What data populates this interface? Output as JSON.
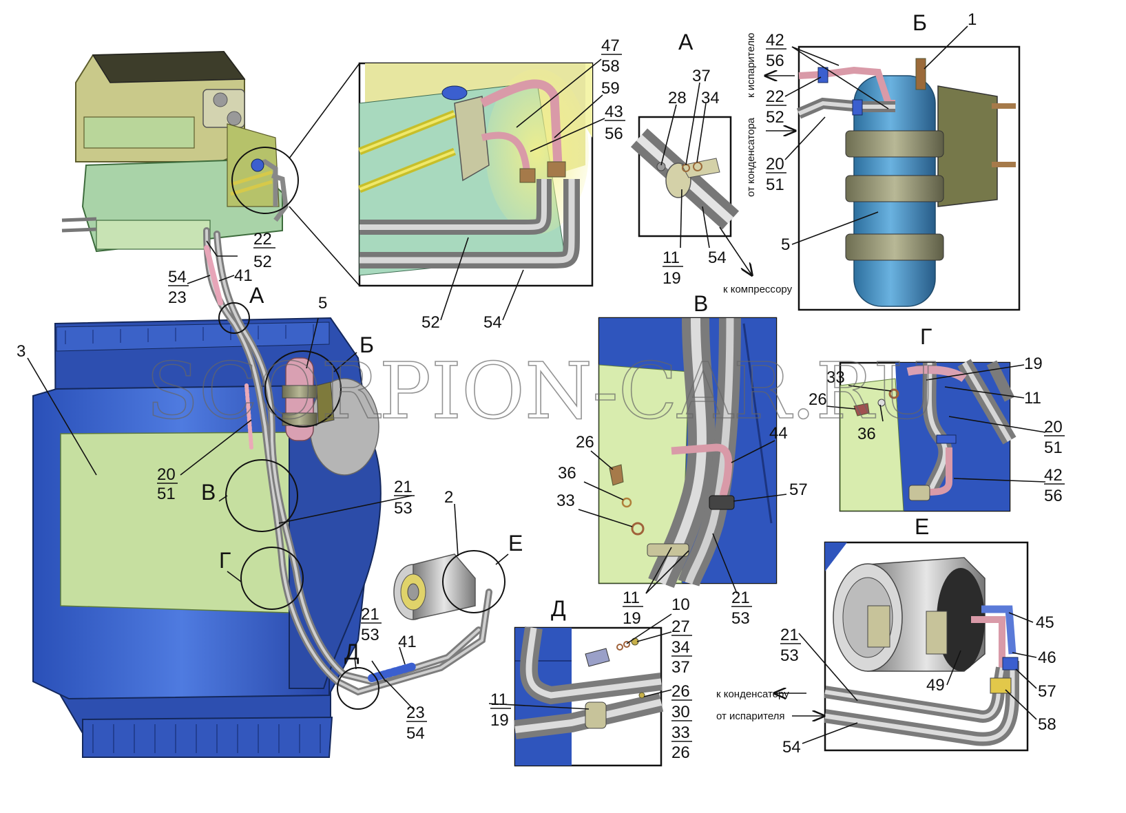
{
  "watermark": "SCORPION-CAR.RU",
  "views": {
    "A": "А",
    "B": "Б",
    "V": "В",
    "G": "Г",
    "D": "Д",
    "E": "Е"
  },
  "main": {
    "n3": "3",
    "n5": "5",
    "n2": "2",
    "n41a": "41",
    "n41b": "41",
    "c22a": "22",
    "c52a": "52",
    "c54a": "54",
    "c23a": "23",
    "c20": "20",
    "c51": "51",
    "c21a": "21",
    "c53a": "53",
    "c21b": "21",
    "c53b": "53",
    "c23b": "23",
    "c54b": "54"
  },
  "top": {
    "c47": "47",
    "c58": "58",
    "n59": "59",
    "c43": "43",
    "c56": "56",
    "n52": "52",
    "n54": "54"
  },
  "viewA": {
    "n28": "28",
    "n37": "37",
    "n34": "34",
    "c11": "11",
    "c19": "19",
    "n54": "54",
    "arrow": "к компрессору"
  },
  "viewB": {
    "n1": "1",
    "c42": "42",
    "c56": "56",
    "c22": "22",
    "c52": "52",
    "c20": "20",
    "c51": "51",
    "n5": "5",
    "to_evap": "к испарителю",
    "from_cond": "от конденсатора"
  },
  "viewV": {
    "n26": "26",
    "n36": "36",
    "n33": "33",
    "n44": "44",
    "n57": "57",
    "c11": "11",
    "c19": "19",
    "c21": "21",
    "c53": "53"
  },
  "viewG": {
    "n19": "19",
    "n33": "33",
    "n26": "26",
    "n36": "36",
    "n11": "11",
    "c20": "20",
    "c51": "51",
    "c42": "42",
    "c56": "56"
  },
  "viewD": {
    "n10": "10",
    "c27": "27",
    "c34": "34",
    "c37": "37",
    "c26": "26",
    "c30": "30",
    "c33": "33",
    "c26b": "26",
    "c11": "11",
    "c19": "19"
  },
  "viewE": {
    "n45": "45",
    "n46": "46",
    "n57": "57",
    "n58": "58",
    "n49": "49",
    "c21": "21",
    "c53": "53",
    "n54": "54",
    "to_cond": "к конденсатору",
    "from_evap": "от испарителя"
  }
}
